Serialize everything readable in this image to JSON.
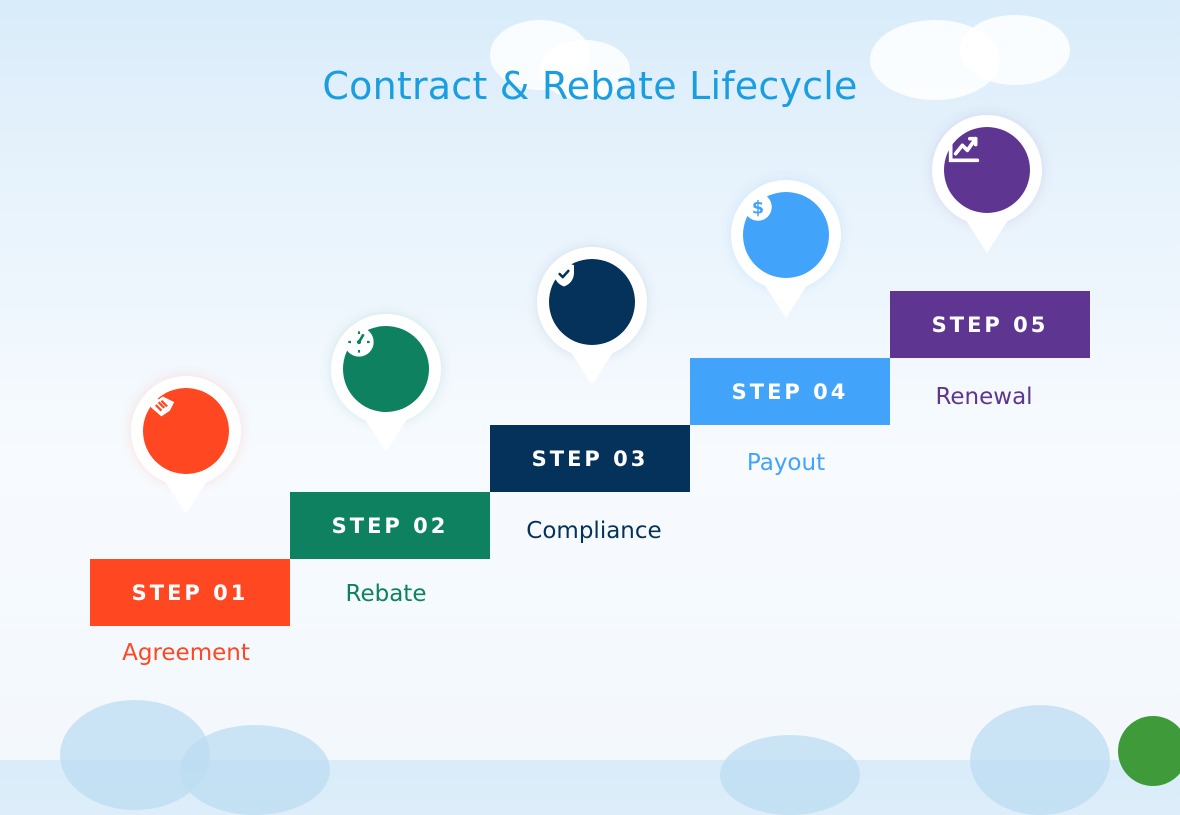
{
  "title": "Contract & Rebate Lifecycle",
  "steps": [
    {
      "label": "STEP 01",
      "name": "Agreement",
      "color": "#ff4722",
      "icon": "handshake-icon"
    },
    {
      "label": "STEP 02",
      "name": "Rebate",
      "color": "#0d8160",
      "icon": "clock-icon"
    },
    {
      "label": "STEP 03",
      "name": "Compliance",
      "color": "#04325a",
      "icon": "shield-check-icon"
    },
    {
      "label": "STEP 04",
      "name": "Payout",
      "color": "#42a3fa",
      "icon": "dollar-icon"
    },
    {
      "label": "STEP 05",
      "name": "Renewal",
      "color": "#5e3590",
      "icon": "growth-chart-icon"
    }
  ]
}
